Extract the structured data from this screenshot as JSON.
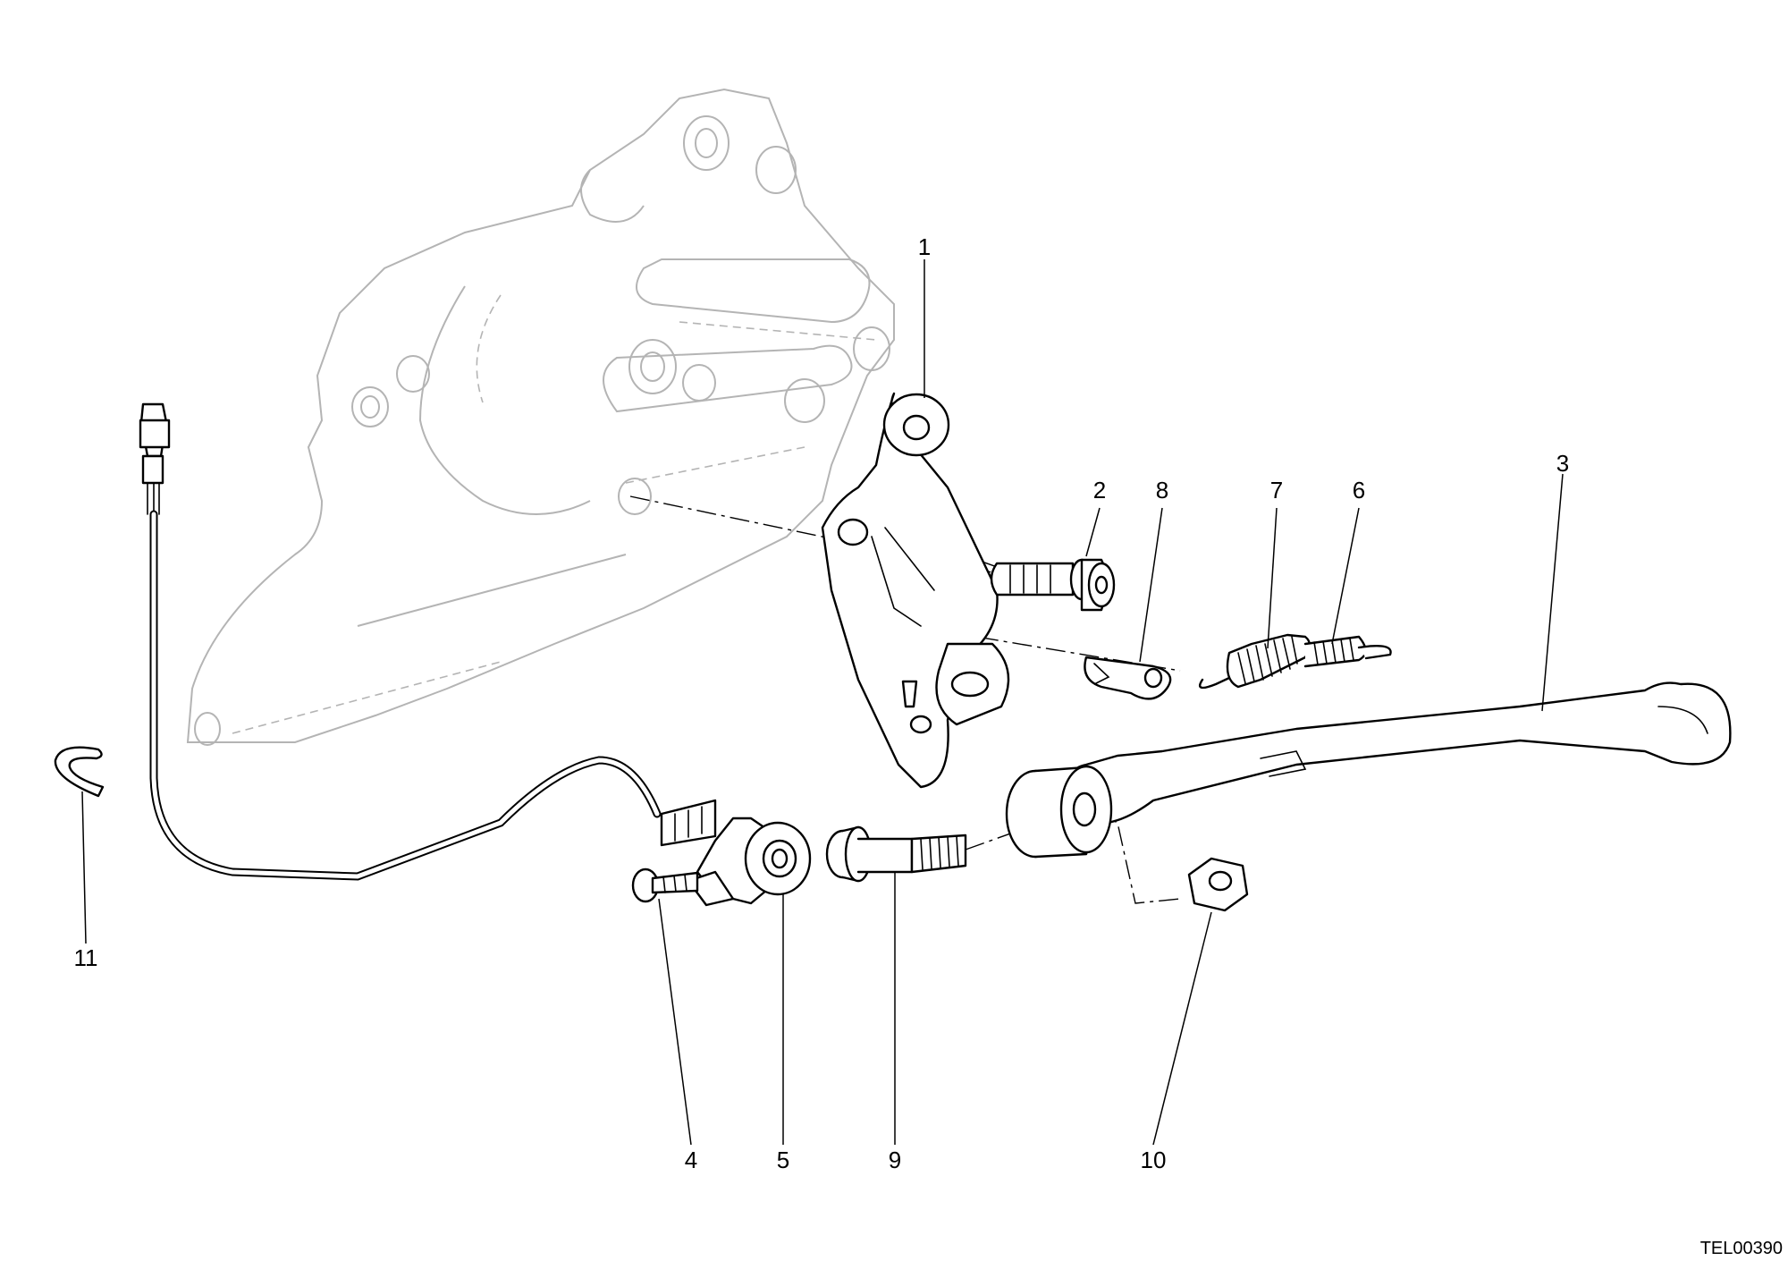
{
  "diagram": {
    "callouts": [
      {
        "id": "1",
        "label": "1"
      },
      {
        "id": "2",
        "label": "2"
      },
      {
        "id": "3",
        "label": "3"
      },
      {
        "id": "4",
        "label": "4"
      },
      {
        "id": "5",
        "label": "5"
      },
      {
        "id": "6",
        "label": "6"
      },
      {
        "id": "7",
        "label": "7"
      },
      {
        "id": "8",
        "label": "8"
      },
      {
        "id": "9",
        "label": "9"
      },
      {
        "id": "10",
        "label": "10"
      },
      {
        "id": "11",
        "label": "11"
      }
    ],
    "drawing_code": "TEL00390"
  }
}
